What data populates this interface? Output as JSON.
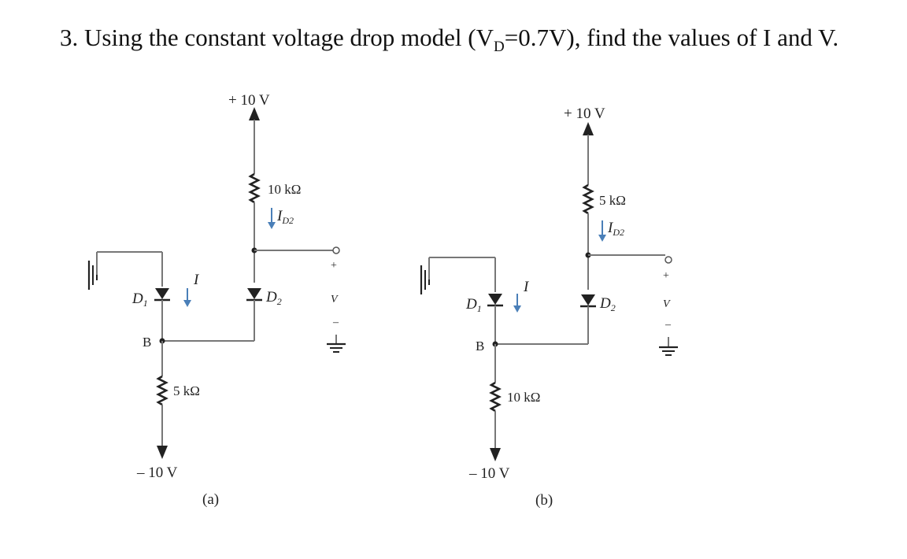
{
  "question": {
    "prefix": "3. Using the constant voltage drop model (V",
    "sub": "D",
    "suffix": "=0.7V), find the values of I and V."
  },
  "circuit_a": {
    "caption": "(a)",
    "vplus": "+ 10 V",
    "vminus": "– 10 V",
    "r_top": "10 kΩ",
    "r_bottom": "5 kΩ",
    "i_d2_main": "I",
    "i_d2_sub": "D2",
    "i_label": "I",
    "d1_main": "D",
    "d1_sub": "1",
    "d2_main": "D",
    "d2_sub": "2",
    "node_b": "B",
    "out_plus": "+",
    "out_v": "V",
    "out_minus": "–"
  },
  "circuit_b": {
    "caption": "(b)",
    "vplus": "+ 10 V",
    "vminus": "– 10 V",
    "r_top": "5 kΩ",
    "r_bottom": "10 kΩ",
    "i_d2_main": "I",
    "i_d2_sub": "D2",
    "i_label": "I",
    "d1_main": "D",
    "d1_sub": "1",
    "d2_main": "D",
    "d2_sub": "2",
    "node_b": "B",
    "out_plus": "+",
    "out_v": "V",
    "out_minus": "–"
  }
}
